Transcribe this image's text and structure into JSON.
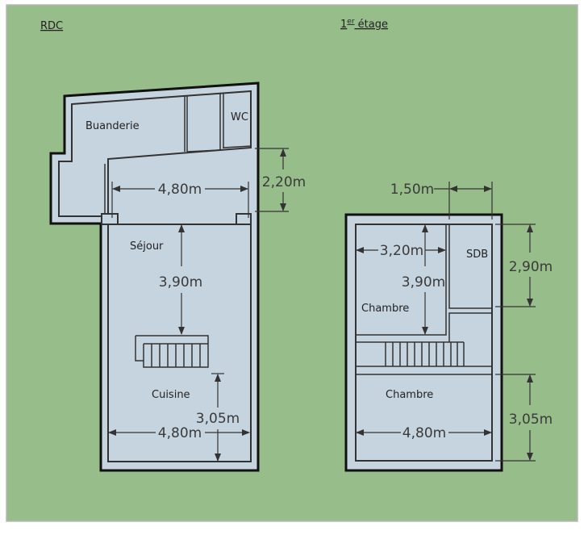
{
  "colors": {
    "background": "#97bd8a",
    "room": "#c6d4e0",
    "wall": "#111111"
  },
  "rdc": {
    "title": "RDC",
    "rooms": {
      "buanderie": "Buanderie",
      "wc": "WC",
      "sejour": "Séjour",
      "cuisine": "Cuisine"
    },
    "dims": {
      "width_top": "4,80m",
      "depth_top": "2,20m",
      "sejour_depth": "3,90m",
      "cuisine_depth": "3,05m",
      "width_bottom": "4,80m"
    }
  },
  "etage": {
    "title_num": "1",
    "title_sup": "er",
    "title_rest": " étage",
    "rooms": {
      "sdb": "SDB",
      "chambre1": "Chambre",
      "chambre2": "Chambre"
    },
    "dims": {
      "sdb_width": "1,50m",
      "chambre_width": "3,20m",
      "chambre_depth": "3,90m",
      "sdb_depth": "2,90m",
      "chambre2_depth": "3,05m",
      "width_bottom": "4,80m"
    }
  }
}
